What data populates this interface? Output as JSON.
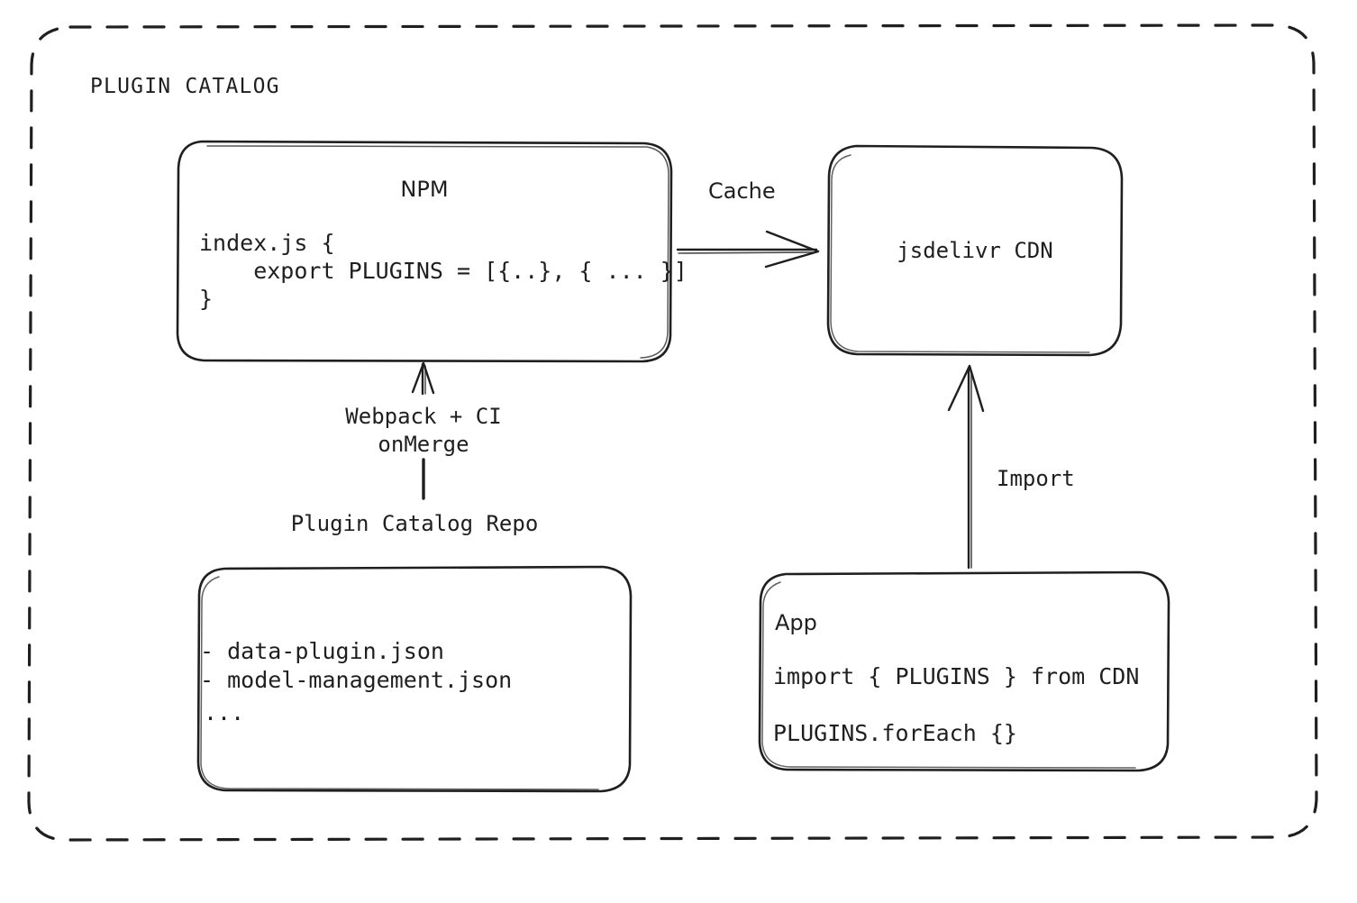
{
  "diagram": {
    "type": "architecture-flow",
    "group": {
      "label": "PLUGIN CATALOG",
      "border_style": "dashed",
      "color": "#1f1f1f"
    },
    "nodes": [
      {
        "id": "npm",
        "title": "NPM",
        "lines": [
          "index.js {",
          "    export PLUGINS = [{..}, { ... }]",
          "}"
        ]
      },
      {
        "id": "cdn",
        "title": "jsdelivr CDN",
        "lines": []
      },
      {
        "id": "repo",
        "caption": "Plugin Catalog Repo",
        "lines": [
          "- data-plugin.json",
          "- model-management.json",
          "..."
        ]
      },
      {
        "id": "app",
        "title": "App",
        "lines": [
          "import { PLUGINS } from CDN",
          "PLUGINS.forEach {}"
        ]
      }
    ],
    "edges": [
      {
        "id": "npm-to-cdn",
        "label": "Cache",
        "from": "npm",
        "to": "cdn",
        "direction": "right"
      },
      {
        "id": "repo-to-npm",
        "label_lines": [
          "Webpack + CI",
          "onMerge"
        ],
        "from": "repo",
        "to": "npm",
        "direction": "up"
      },
      {
        "id": "app-to-cdn",
        "label": "Import",
        "from": "app",
        "to": "cdn",
        "direction": "up"
      }
    ]
  },
  "colors": {
    "stroke": "#1f1f1f",
    "background": "#ffffff"
  }
}
